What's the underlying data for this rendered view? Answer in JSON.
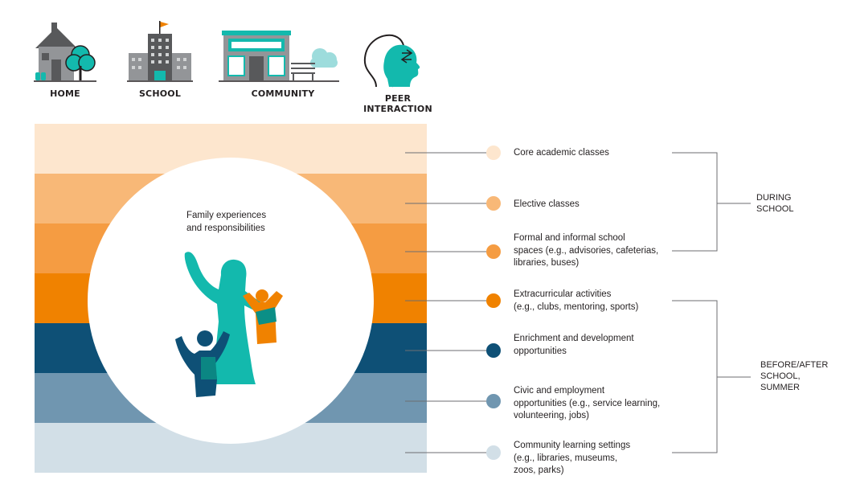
{
  "contexts": [
    {
      "label": "HOME",
      "icon": "house-icon"
    },
    {
      "label": "SCHOOL",
      "icon": "school-building-icon"
    },
    {
      "label": "COMMUNITY",
      "icon": "storefront-icon"
    },
    {
      "label": "PEER\nINTERACTION",
      "icon": "head-profile-icon"
    }
  ],
  "center_label": "Family experiences\nand responsibilities",
  "layers": [
    {
      "label": "Core academic classes",
      "color": "#fde6ce"
    },
    {
      "label": "Elective classes",
      "color": "#f8b877"
    },
    {
      "label": "Formal and informal school\nspaces (e.g., advisories, cafeterias,\nlibraries, buses)",
      "color": "#f59c42"
    },
    {
      "label": "Extracurricular activities\n(e.g., clubs, mentoring, sports)",
      "color": "#f08200"
    },
    {
      "label": "Enrichment and development\nopportunities",
      "color": "#0e5076"
    },
    {
      "label": "Civic and employment\nopportunities (e.g., service learning,\nvolunteering, jobs)",
      "color": "#7096b0"
    },
    {
      "label": "Community learning settings\n(e.g., libraries, museums,\nzoos, parks)",
      "color": "#d2dfe7"
    }
  ],
  "groups": [
    {
      "label": "DURING\nSCHOOL"
    },
    {
      "label": "BEFORE/AFTER\nSCHOOL,\nSUMMER"
    }
  ],
  "colors": {
    "teal": "#13b9ad",
    "dark_teal": "#0b8f86",
    "gray": "#939598",
    "dark_gray": "#58595b",
    "navy": "#0e5076",
    "orange": "#f08200",
    "line": "#6d6e71"
  }
}
